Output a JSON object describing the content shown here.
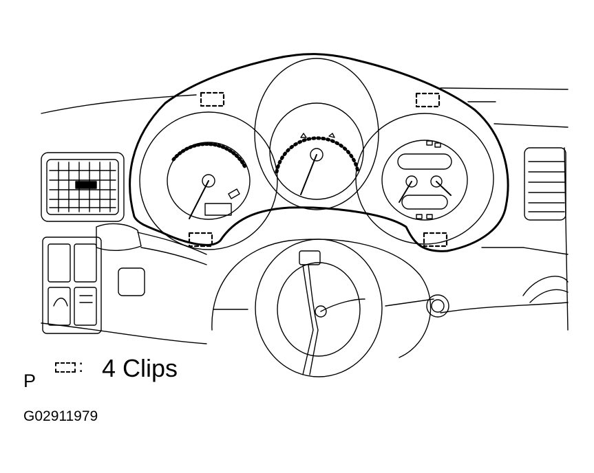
{
  "figure": {
    "panel_letter": "P",
    "figure_id": "G02911979"
  },
  "legend": {
    "clip_symbol_icon": "dashed-rectangle-icon",
    "separator": ":",
    "clip_label": "4 Clips"
  },
  "callouts": {
    "clip_count": 4
  },
  "colors": {
    "ink": "#000000",
    "paper": "#ffffff"
  }
}
